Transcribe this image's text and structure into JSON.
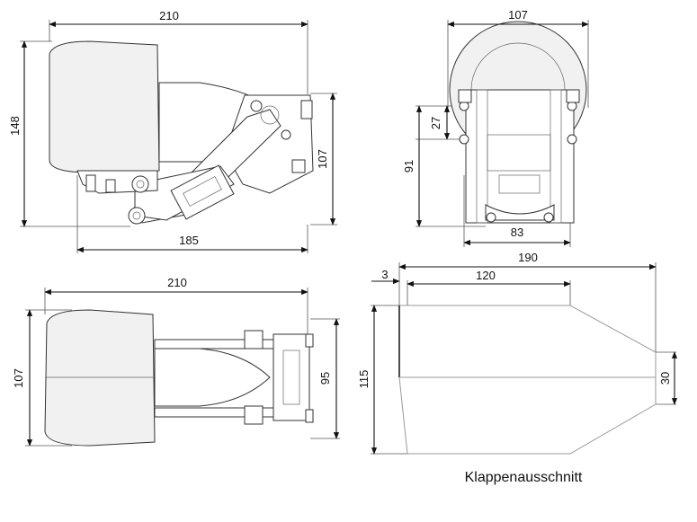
{
  "views": {
    "side": {
      "dims": {
        "length_top": "210",
        "height_left": "148",
        "mount_height": "107",
        "base_length": "185"
      }
    },
    "front": {
      "dims": {
        "width_top": "107",
        "pivot_offset": "27",
        "height_left": "91",
        "base_width": "83"
      }
    },
    "top": {
      "dims": {
        "length_top": "210",
        "width_left": "107",
        "mount_width": "95"
      }
    },
    "flap_cutout": {
      "dims": {
        "offset": "3",
        "straight_length": "120",
        "total_length": "190",
        "height": "115",
        "tail_height": "30"
      },
      "caption": "Klappenausschnitt"
    }
  },
  "colors": {
    "line": "#111111",
    "part_outline": "#333333",
    "cutout_outline": "#999999"
  }
}
